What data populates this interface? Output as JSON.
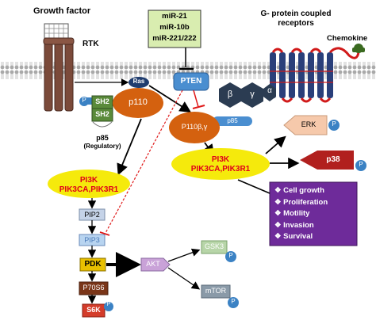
{
  "colors": {
    "membrane": "#c8c8c8",
    "rtk": "#7b4a3a",
    "sh2": "#5a8a3a",
    "p110": "#d4610f",
    "ras": "#1f3c6e",
    "pten": "#4a8ed0",
    "mirna_box": "#d9edb0",
    "gpcr": "#2a3f7a",
    "gpcr_loop": "#d11a1a",
    "hexagon": "#2b3c52",
    "pi3k_oval": "#f5ea0c",
    "pi3k_text": "#e0001a",
    "erk": "#f6c9ab",
    "p38": "#b1201e",
    "phospho": "#3b82c4",
    "outcome_box": "#6e2b9a",
    "pip_box": "#c5d3e8",
    "pip3_box": "#b8d4f0",
    "pdk_box": "#e8c000",
    "p70s6": "#7a3518",
    "s6k": "#d43c2a",
    "akt": "#c9a2d8",
    "gsk3": "#b7d5a8",
    "mtor": "#8a9aa8",
    "dashed_red": "#e01818"
  },
  "icons": [
    "receptor-tyrosine-kinase",
    "g-protein-coupled-receptor",
    "chemokine-ligand",
    "phosphate-circle",
    "growth-factor-ligand"
  ],
  "labels": {
    "growth_factor": "Growth factor",
    "rtk": "RTK",
    "gpcr": "G- protein coupled\nreceptors",
    "chemokine": "Chemokine",
    "mirna": [
      "miR-21",
      "miR-10b",
      "miR-221/222"
    ],
    "ras": "Ras",
    "pten": "PTEN",
    "sh2_top": "SH2",
    "sh2_bottom": "SH2",
    "p110": "p110",
    "p85_regulatory": "p85",
    "regulatory": "(Regulatory)",
    "beta": "β",
    "gamma": "γ",
    "alpha": "α",
    "p85": "p85",
    "p110bg": "P110β,γ",
    "pi3k_right": [
      "PI3K",
      "PIK3CA,PIK3R1"
    ],
    "pi3k_left": [
      "PI3K",
      "PIK3CA,PIK3R1"
    ],
    "erk": "ERK",
    "p38": "p38",
    "phospho": "P",
    "pip2": "PIP2",
    "pip3": "PIP3",
    "pdk": "PDK",
    "p70s6": "P70S6",
    "s6k": "S6K",
    "akt": "AKT",
    "gsk3": "GSK3",
    "mtor": "mTOR"
  },
  "outcomes": [
    "Cell growth",
    "Proliferation",
    "Motility",
    "Invasion",
    "Survival"
  ],
  "outcome_bullet": "❖"
}
